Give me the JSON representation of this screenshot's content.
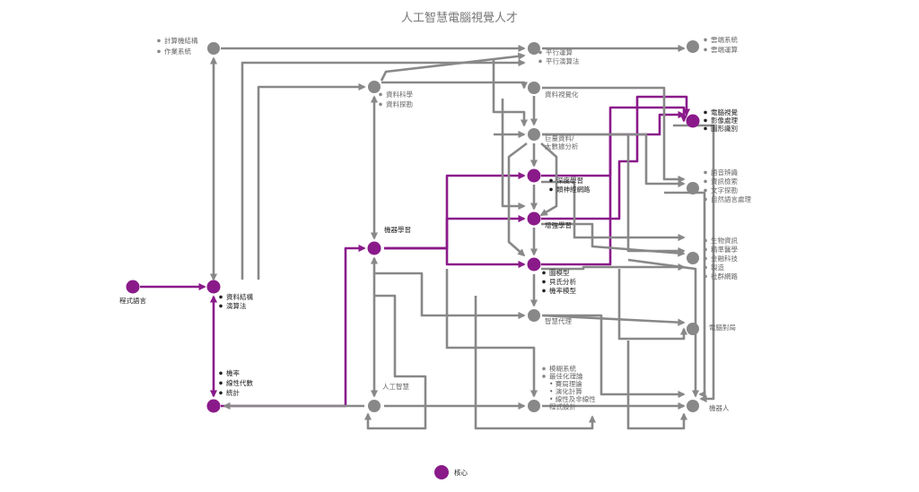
{
  "title": "人工智慧電腦視覺人才",
  "colors": {
    "core": "#8a1a8a",
    "other": "#888888",
    "core_label": "#222222",
    "other_label": "#666666"
  },
  "legend": {
    "label": "核心"
  },
  "nodes": [
    {
      "id": "programming",
      "core": true,
      "lines": [
        "程式語言"
      ]
    },
    {
      "id": "data-structures",
      "core": true,
      "lines": [
        "資料結構",
        "演算法"
      ],
      "bullets": true
    },
    {
      "id": "math",
      "core": true,
      "lines": [
        "機率",
        "線性代數",
        "統計"
      ],
      "bullets": true
    },
    {
      "id": "systems",
      "core": false,
      "lines": [
        "計算機結構",
        "作業系統"
      ],
      "bullets": true
    },
    {
      "id": "parallel",
      "core": false,
      "lines": [
        "平行運算",
        "平行演算法"
      ],
      "bullets": true
    },
    {
      "id": "cloud",
      "core": false,
      "lines": [
        "雲端系統",
        "雲端運算"
      ],
      "bullets": true
    },
    {
      "id": "data-science",
      "core": false,
      "lines": [
        "資料科學",
        "資料探勘"
      ],
      "bullets": true
    },
    {
      "id": "visualization",
      "core": false,
      "lines": [
        "資料視覺化"
      ]
    },
    {
      "id": "big-data",
      "core": false,
      "lines": [
        "巨量資料/",
        "大數據分析"
      ]
    },
    {
      "id": "deep-learning",
      "core": true,
      "lines": [
        "深度學習",
        "類神經網路"
      ],
      "bullets": true
    },
    {
      "id": "reinforcement",
      "core": true,
      "lines": [
        "增強學習"
      ]
    },
    {
      "id": "graphical-models",
      "core": true,
      "lines": [
        "圖模型",
        "貝氏分析",
        "機率模型"
      ],
      "bullets": true
    },
    {
      "id": "machine-learning",
      "core": true,
      "lines": [
        "機器學習"
      ]
    },
    {
      "id": "computer-vision",
      "core": true,
      "lines": [
        "電腦視覺",
        "影像處理",
        "圖形識別"
      ],
      "bullets": true
    },
    {
      "id": "nlp",
      "core": false,
      "lines": [
        "語音辨識",
        "資訊檢索",
        "文字探勘",
        "自然語言處理"
      ],
      "bullets": true
    },
    {
      "id": "applications",
      "core": false,
      "lines": [
        "生物資訊",
        "精準醫學",
        "金融科技",
        "製造",
        "社群網路"
      ],
      "bullets": true
    },
    {
      "id": "agents",
      "core": false,
      "lines": [
        "智慧代理"
      ]
    },
    {
      "id": "games",
      "core": false,
      "lines": [
        "電腦對局"
      ]
    },
    {
      "id": "ai",
      "core": false,
      "lines": [
        "人工智慧"
      ]
    },
    {
      "id": "optimization",
      "core": false,
      "lines": [
        "模糊系統",
        "最佳化理論",
        "• 賽局理論",
        "• 演化計算",
        "• 線性及非線性",
        "  程式設計"
      ],
      "bullets": "first2"
    },
    {
      "id": "robotics",
      "core": false,
      "lines": [
        "機器人"
      ]
    }
  ]
}
